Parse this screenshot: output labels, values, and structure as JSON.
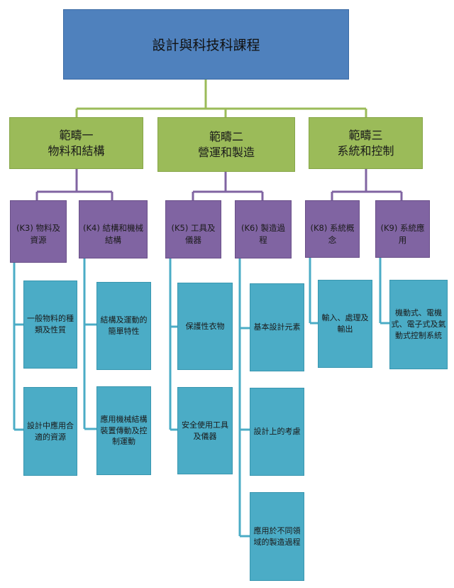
{
  "root": {
    "label": "設計與科技科課程"
  },
  "domains": [
    {
      "label": "範疇一\n物料和結構"
    },
    {
      "label": "範疇二\n營運和製造"
    },
    {
      "label": "範疇三\n系統和控制"
    }
  ],
  "knowledge": [
    {
      "label": "(K3)  物料及\n資源"
    },
    {
      "label": "(K4)  結構和機械\n結構"
    },
    {
      "label": "(K5)  工具及\n儀器"
    },
    {
      "label": "(K6)  製造過\n程"
    },
    {
      "label": "(K8)  系統概\n念"
    },
    {
      "label": "(K9)  系統應\n用"
    }
  ],
  "topics": {
    "k3": [
      "一般物料的種\n類及性質",
      "設計中應用合\n適的資源"
    ],
    "k4": [
      "結構及運動的\n簡單特性",
      "應用機械結構\n裝置傳動及控\n制運動"
    ],
    "k5": [
      "保護性衣物",
      "安全使用工具\n及儀器"
    ],
    "k6": [
      "基本設計元素",
      "設計上的考慮",
      "應用於不同領\n域的製造過程"
    ],
    "k8": [
      "輸入、處理及\n輸出"
    ],
    "k9": [
      "機動式、電機\n式、電子式及氣\n動式控制系統"
    ]
  },
  "colors": {
    "root": "#4f81bd",
    "domain": "#9bbb59",
    "knowledge": "#8064a2",
    "topic": "#4bacc6",
    "connector_green": "#9bbb59",
    "connector_purple": "#8064a2",
    "connector_teal": "#4bacc6"
  }
}
